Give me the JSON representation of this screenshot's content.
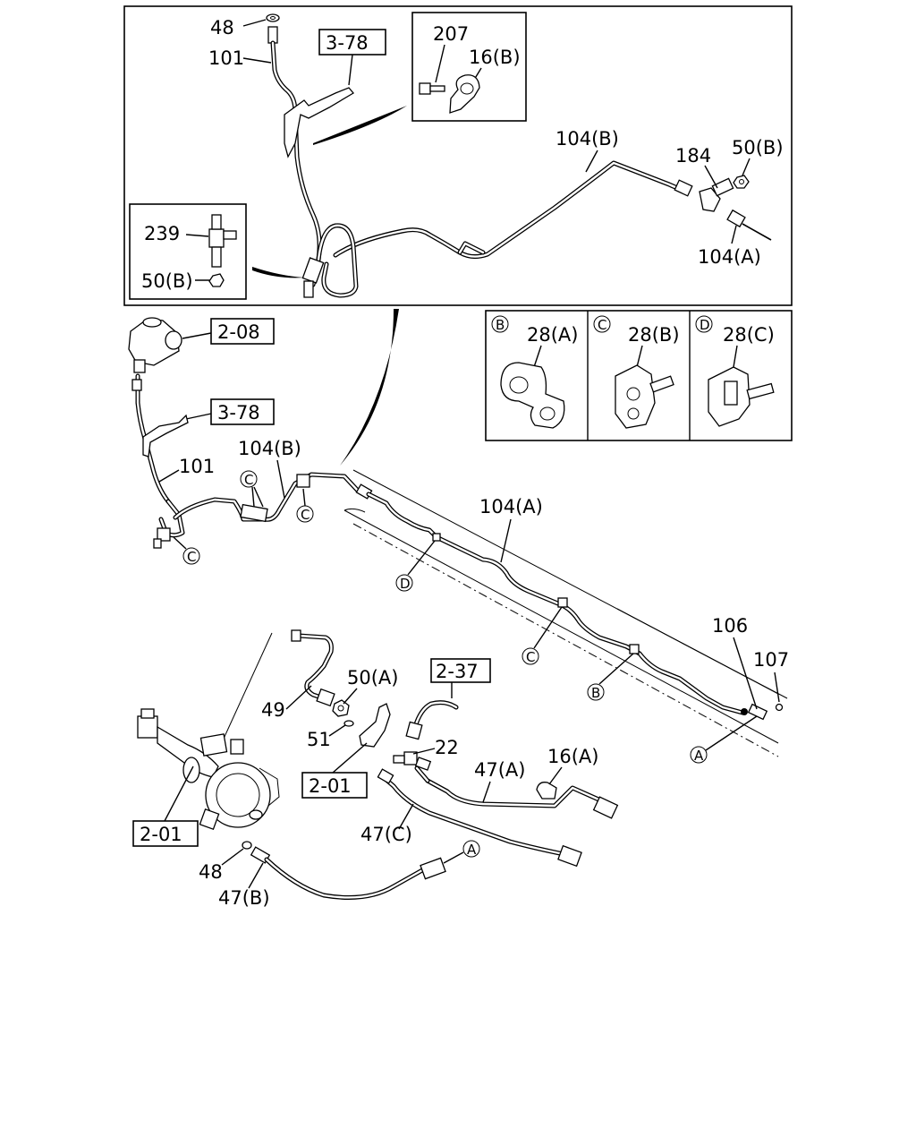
{
  "callouts": {
    "top_48": "48",
    "top_101": "101",
    "top_ref_3_78": "3-78",
    "inset_207": "207",
    "inset_16b": "16(B)",
    "top_104b": "104(B)",
    "top_184": "184",
    "top_50b": "50(B)",
    "top_104a": "104(A)",
    "inset_239": "239",
    "inset_50b": "50(B)",
    "mid_ref_2_08": "2-08",
    "mid_ref_3_78": "3-78",
    "mid_101": "101",
    "mid_104b": "104(B)",
    "mid_104a": "104(A)",
    "mid_106": "106",
    "mid_107": "107",
    "clip_28a": "28(A)",
    "clip_28b": "28(B)",
    "clip_28c": "28(C)",
    "bot_49": "49",
    "bot_50a": "50(A)",
    "bot_ref_2_37": "2-37",
    "bot_51": "51",
    "bot_22": "22",
    "bot_ref_2_01_center": "2-01",
    "bot_47a": "47(A)",
    "bot_16a": "16(A)",
    "bot_ref_2_01_left": "2-01",
    "bot_47c": "47(C)",
    "bot_48": "48",
    "bot_47b": "47(B)"
  },
  "markers": {
    "a": "A",
    "b": "B",
    "c": "C",
    "d": "D"
  }
}
